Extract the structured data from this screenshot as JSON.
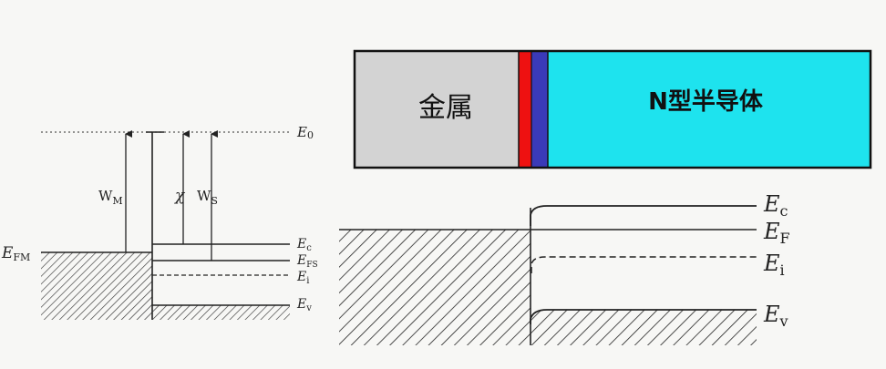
{
  "left_diagram": {
    "labels": {
      "e0_main": "E",
      "e0_sub": "0",
      "wm_main": "W",
      "wm_sub": "M",
      "chi": "χ",
      "ws_main": "W",
      "ws_sub": "S",
      "efm_main": "E",
      "efm_sub": "FM",
      "ec_main": "E",
      "ec_sub": "c",
      "efs_main": "E",
      "efs_sub": "FS",
      "ei_main": "E",
      "ei_sub": "i",
      "ev_main": "E",
      "ev_sub": "v"
    }
  },
  "junction_bar": {
    "metal_label": "金属",
    "semiconductor_label": "N型半导体",
    "colors": {
      "metal": "#d3d3d3",
      "red_layer": "#ee1111",
      "blue_layer": "#3a3ab8",
      "semiconductor": "#1ee3ee"
    }
  },
  "right_diagram": {
    "labels": {
      "ec_main": "E",
      "ec_sub": "c",
      "ef_main": "E",
      "ef_sub": "F",
      "ei_main": "E",
      "ei_sub": "i",
      "ev_main": "E",
      "ev_sub": "v"
    }
  }
}
